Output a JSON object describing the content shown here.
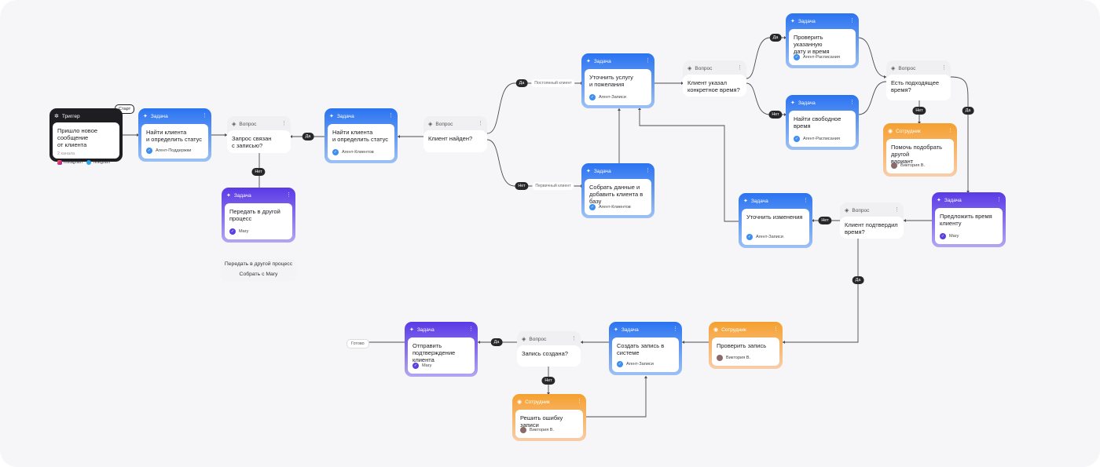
{
  "start_label": "Старт",
  "trigger": {
    "header": "Триггер",
    "title": "Пришло новое сообщение\nот клиента",
    "sub": "2 канала",
    "channels": [
      "Instagram",
      "Telegram"
    ]
  },
  "nodes": {
    "n1": {
      "header": "Задача",
      "title": "Найти клиента\nи определить статус",
      "agent": "Агент-Поддержки"
    },
    "q1": {
      "header": "Вопрос",
      "title": "Запрос связан\nс записью?"
    },
    "n2": {
      "header": "Задача",
      "title": "Передать в другой\nпроцесс",
      "agent": "Mary"
    },
    "n3": {
      "header": "Задача",
      "title": "Найти клиента\nи определить статус",
      "agent": "Агент-Клиентов"
    },
    "q2": {
      "header": "Вопрос",
      "title": "Клиент найден?"
    },
    "n4": {
      "header": "Задача",
      "title": "Уточнить услугу\nи пожелания",
      "agent": "Агент-Записи"
    },
    "n5": {
      "header": "Задача",
      "title": "Собрать данные и\nдобавить клиента в базу",
      "agent": "Агент-Клиентов"
    },
    "q3": {
      "header": "Вопрос",
      "title": "Клиент указал\nконкретное время?"
    },
    "n6": {
      "header": "Задача",
      "title": "Проверить указанную\nдату и время",
      "agent": "Агент-Расписания"
    },
    "n7": {
      "header": "Задача",
      "title": "Найти свободное время",
      "agent": "Агент-Расписания"
    },
    "q4": {
      "header": "Вопрос",
      "title": "Есть подходящее\nвремя?"
    },
    "e1": {
      "header": "Сотрудник",
      "title": "Помочь подобрать другой\nвариант",
      "agent": "Виктория В."
    },
    "n8": {
      "header": "Задача",
      "title": "Предложить время\nклиенту",
      "agent": "Mary"
    },
    "q5": {
      "header": "Вопрос",
      "title": "Клиент подтвердил\nвремя?"
    },
    "n9": {
      "header": "Задача",
      "title": "Уточнить изменения",
      "agent": "Агент-Записи"
    },
    "e2": {
      "header": "Сотрудник",
      "title": "Проверить запись",
      "agent": "Виктория В."
    },
    "n10": {
      "header": "Задача",
      "title": "Создать запись в системе",
      "agent": "Агент-Записи"
    },
    "q6": {
      "header": "Вопрос",
      "title": "Запись создана?"
    },
    "e3": {
      "header": "Сотрудник",
      "title": "Решить ошибку записи",
      "agent": "Виктория В."
    },
    "n11": {
      "header": "Задача",
      "title": "Отправить\nподтверждение клиента",
      "agent": "Mary"
    }
  },
  "edge_pills": {
    "p1": "Да",
    "p2": "Нет",
    "p3": "Да",
    "p4": "Нет",
    "p5": "Да",
    "p6": "Нет",
    "p7": "Нет",
    "p8": "Да",
    "p9": "Нет",
    "p10": "Да",
    "p11": "Да",
    "p12": "Нет"
  },
  "edge_labels": {
    "l1": "Постоянный клиент",
    "l2": "Первичный клиент"
  },
  "actions": [
    "Передать в другой процесс",
    "Собрать с Mary"
  ],
  "done_label": "Готово",
  "colors": {
    "task": "#2a73f1",
    "task_purple": "#5a39e6",
    "employee": "#f5a02f",
    "trigger": "#1d1d22",
    "question": "#f0f0f2"
  }
}
